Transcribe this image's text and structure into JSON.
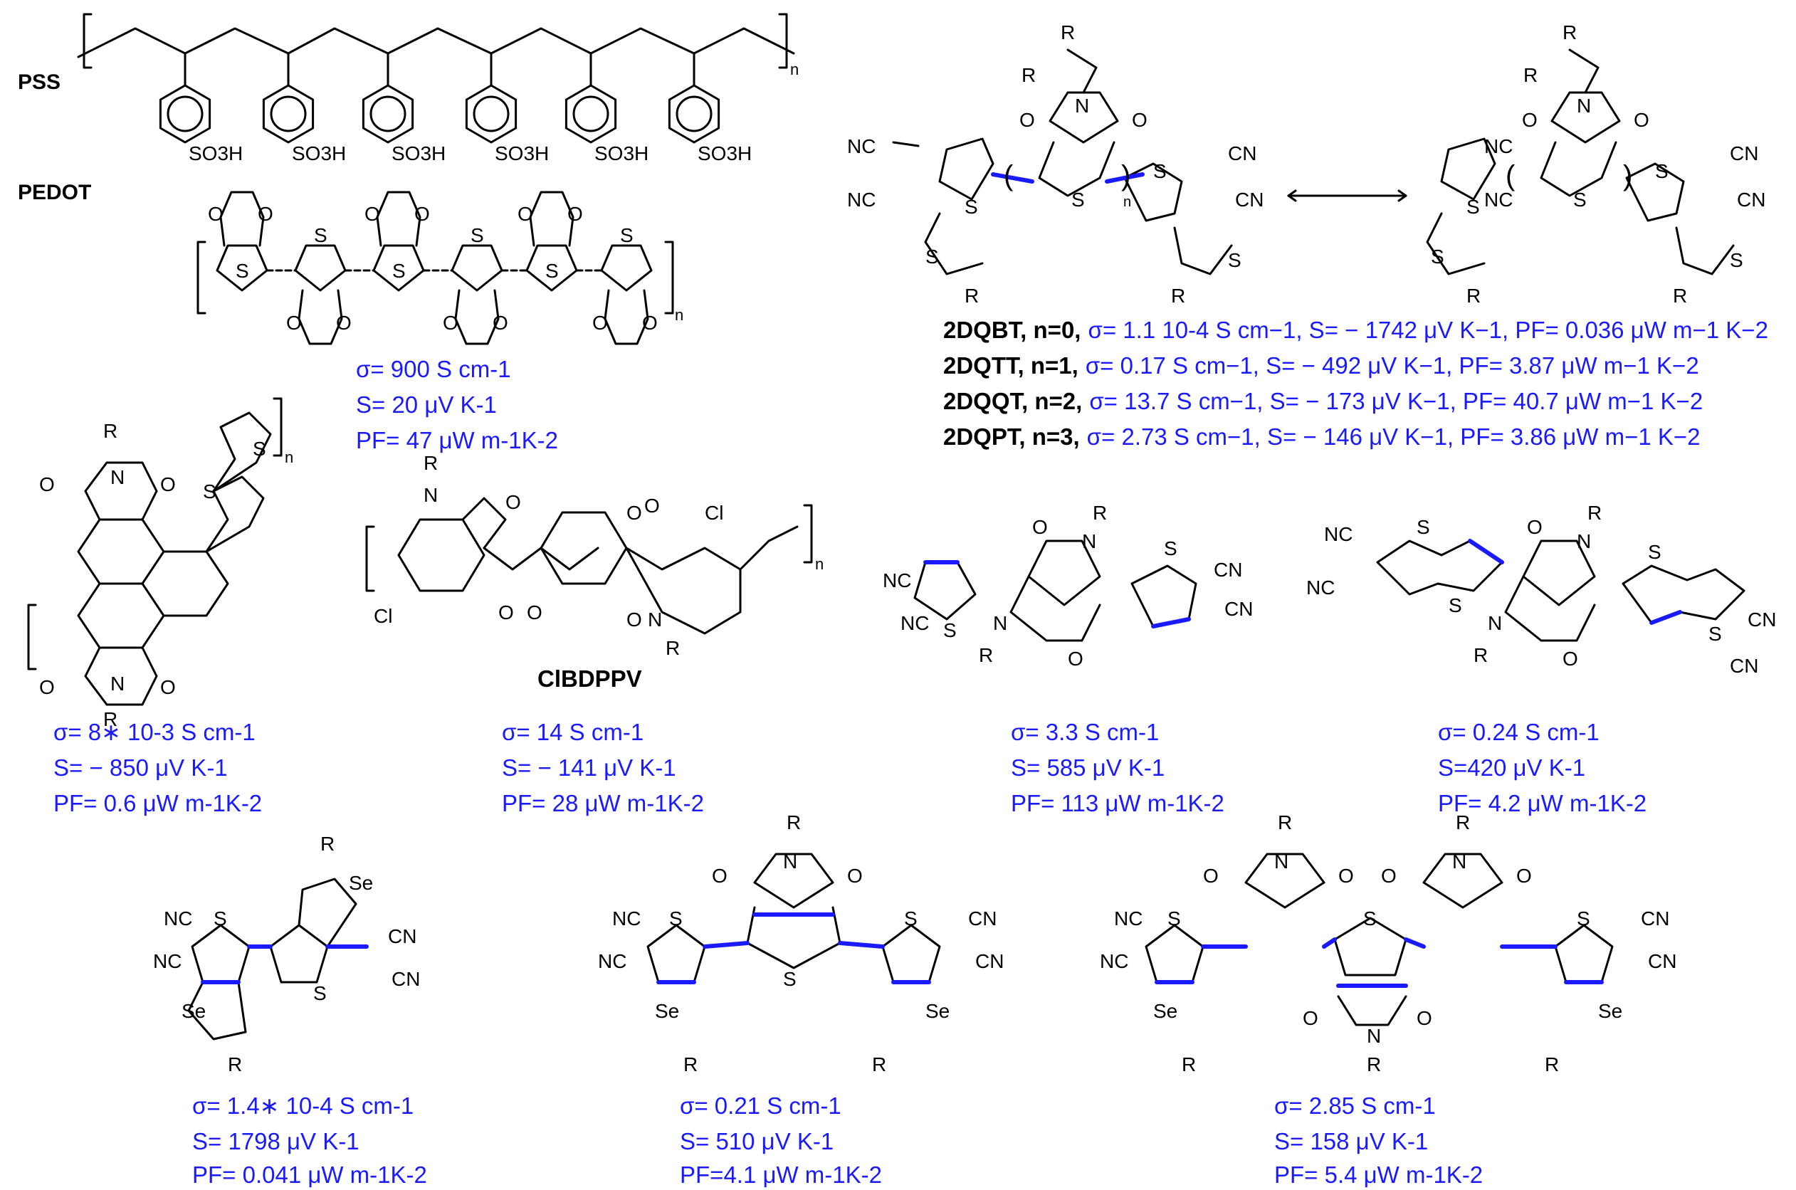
{
  "labels": {
    "pss": "PSS",
    "pedot": "PEDOT",
    "clbdppv": "ClBDPPV",
    "so3h": "SO3H",
    "n": "n"
  },
  "pedot_pss": {
    "sigma": "σ= 900 S cm-1",
    "S": "S= 20 μV K-1",
    "PF": "PF= 47 μW m-1K-2"
  },
  "series_2dq": [
    {
      "name": "2DQBT, n=0,",
      "props": "σ= 1.1 10-4 S cm−1, S= − 1742 μV K−1, PF= 0.036 μW m−1 K−2"
    },
    {
      "name": "2DQTT, n=1,",
      "props": "σ= 0.17 S cm−1, S= − 492 μV K−1, PF= 3.87 μW m−1 K−2"
    },
    {
      "name": "2DQQT, n=2,",
      "props": "σ= 13.7 S cm−1, S= − 173 μV K−1, PF= 40.7 μW m−1 K−2"
    },
    {
      "name": "2DQPT, n=3,",
      "props": "σ= 2.73 S cm−1, S= − 146 μV K−1, PF= 3.86 μW m−1 K−2"
    }
  ],
  "ndi_polymer": {
    "sigma": "σ= 8∗ 10-3 S cm-1",
    "S": "S= − 850 μV K-1",
    "PF": "PF= 0.6 μW m-1K-2"
  },
  "clbdppv": {
    "sigma": "σ= 14 S cm-1",
    "S": "S= − 141 μV K-1",
    "PF": "PF= 28 μW m-1K-2"
  },
  "dpp_thiophene": {
    "sigma": "σ= 3.3 S cm-1",
    "S": "S= 585 μV K-1",
    "PF": "PF= 113 μW m-1K-2"
  },
  "dpp_thienothiophene": {
    "sigma": "σ= 0.24 S cm-1",
    "S": "S=420 μV K-1",
    "PF": "PF= 4.2 μW m-1K-2"
  },
  "se_small": {
    "sigma": "σ= 1.4∗ 10-4 S cm-1",
    "S": "S= 1798 μV K-1",
    "PF": "PF= 0.041 μW m-1K-2"
  },
  "se_medium": {
    "sigma": "σ= 0.21 S cm-1",
    "S": "S= 510 μV K-1",
    "PF": "PF=4.1 μW m-1K-2"
  },
  "se_large": {
    "sigma": "σ= 2.85 S cm-1",
    "S": "S= 158 μV K-1",
    "PF": "PF= 5.4 μW m-1K-2"
  }
}
